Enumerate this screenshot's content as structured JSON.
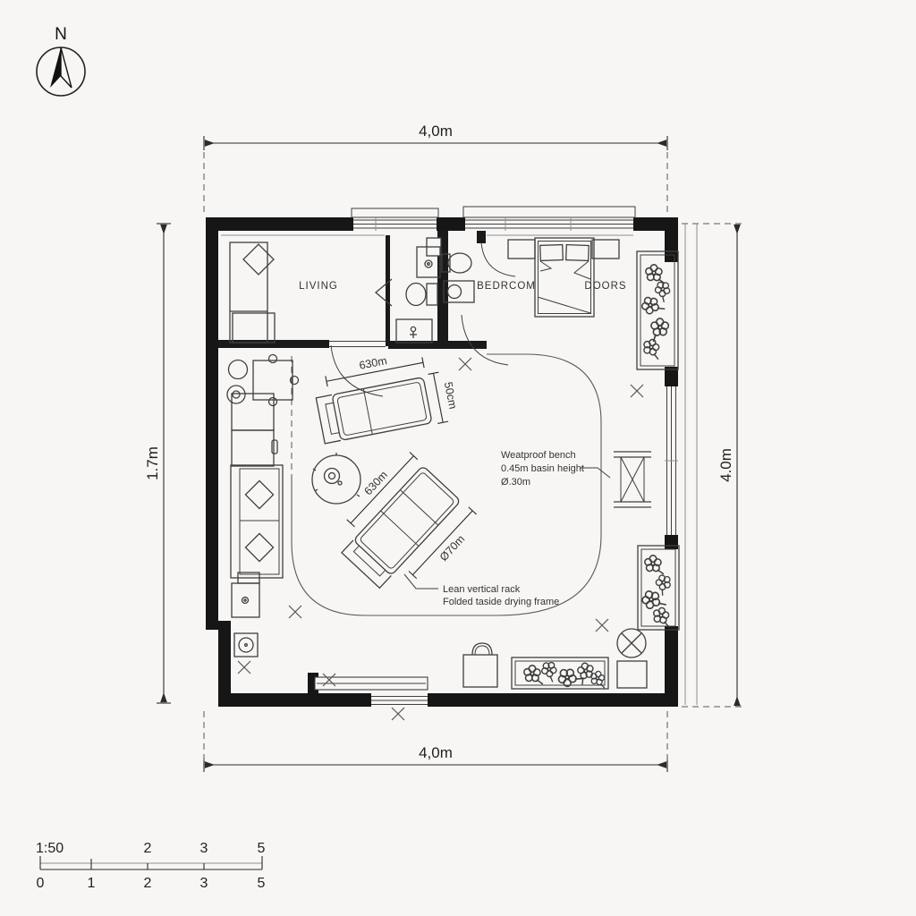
{
  "compass": {
    "north_label": "N"
  },
  "dimensions": {
    "top": "4,0m",
    "bottom": "4,0m",
    "left": "1.7m",
    "right": "4.0m"
  },
  "rooms": {
    "living": "LIVING",
    "bedroom": "BEDRCOM",
    "doors": "DOORS"
  },
  "furniture_dims": {
    "lounger1_length": "630m",
    "lounger1_width": "50cm",
    "lounger2_length": "630m",
    "lounger2_width": "Ø70m"
  },
  "annotations": {
    "bench": {
      "line1": "Weatproof bench",
      "line2": "0.45m basin height",
      "line3": "Ø.30m"
    },
    "rack": {
      "line1": "Lean vertical rack",
      "line2": "Folded taside drying frame"
    }
  },
  "scale_bar": {
    "ratio": "1:50",
    "top_labels": [
      "2",
      "3",
      "5"
    ],
    "bottom_labels": [
      "0",
      "1",
      "2",
      "3",
      "5"
    ]
  }
}
